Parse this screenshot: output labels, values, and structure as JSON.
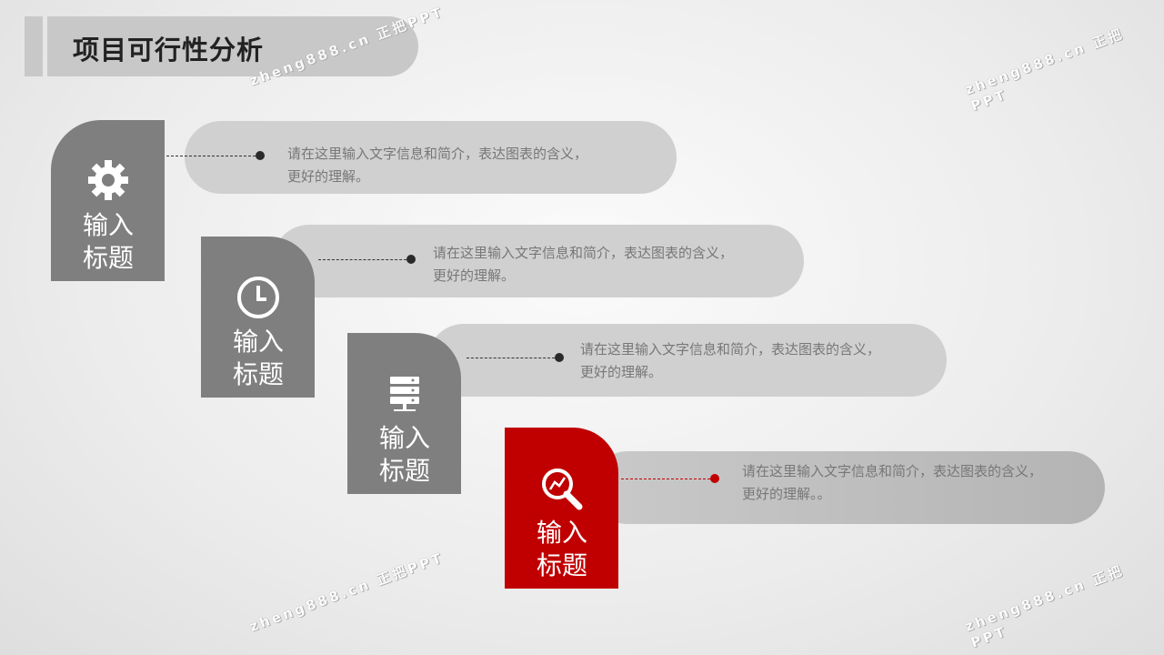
{
  "header": {
    "title": "项目可行性分析"
  },
  "items": [
    {
      "title": "输入标题",
      "title_line1": "输入",
      "title_line2": "标题",
      "icon": "gear-icon",
      "text_line1": "请在这里输入文字信息和简介，表达图表的含义，",
      "text_line2": "更好的理解。"
    },
    {
      "title": "输入标题",
      "title_line1": "输入",
      "title_line2": "标题",
      "icon": "clock-icon",
      "text_line1": "请在这里输入文字信息和简介，表达图表的含义，",
      "text_line2": "更好的理解。"
    },
    {
      "title": "输入标题",
      "title_line1": "输入",
      "title_line2": "标题",
      "icon": "server-icon",
      "text_line1": "请在这里输入文字信息和简介，表达图表的含义，",
      "text_line2": "更好的理解。"
    },
    {
      "title": "输入标题",
      "title_line1": "输入",
      "title_line2": "标题",
      "icon": "search-chart-icon",
      "text_line1": "请在这里输入文字信息和简介，表达图表的含义，",
      "text_line2": "更好的理解。。"
    }
  ],
  "colors": {
    "card_gray": "#7f7f7f",
    "card_accent": "#c00000",
    "pill": "#d0d0d0"
  },
  "watermark": "zheng888.cn 正把PPT"
}
